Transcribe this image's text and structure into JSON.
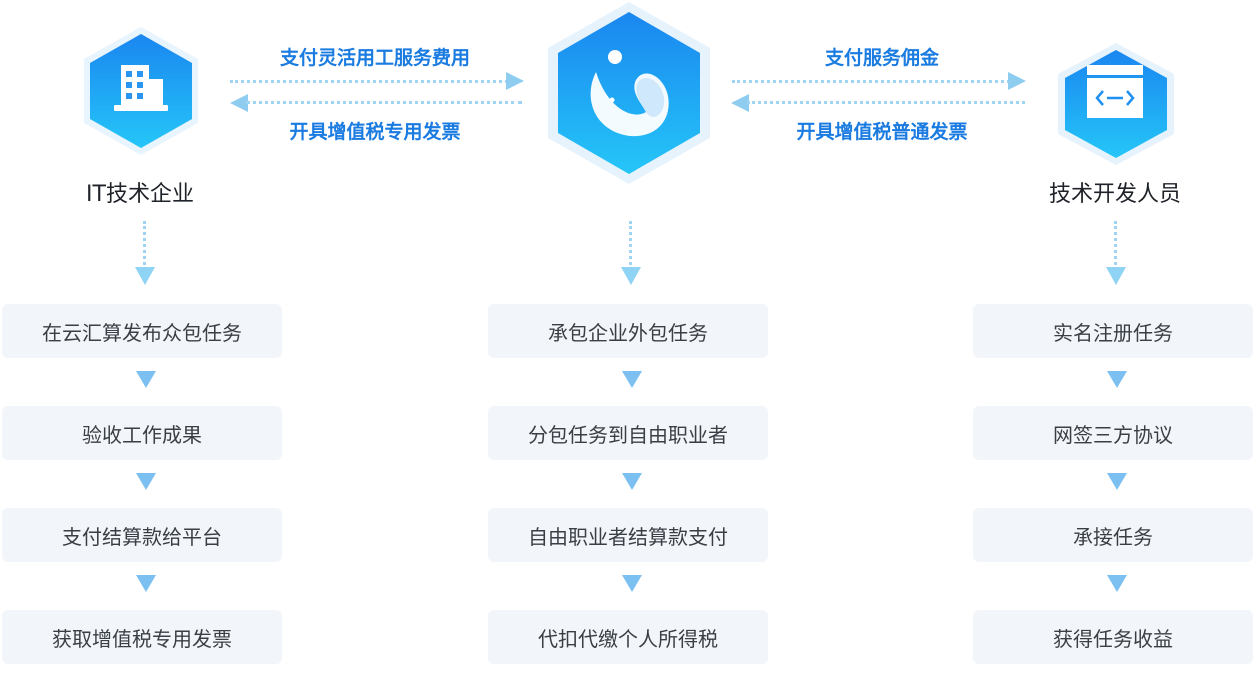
{
  "colors": {
    "accent": "#1a7be0",
    "hex_top": "#1b8ef2",
    "hex_bottom": "#23c1f7",
    "box_bg": "#f2f6fa"
  },
  "actors": {
    "left": {
      "label": "IT技术企业",
      "icon": "building-icon"
    },
    "center": {
      "label": "",
      "icon": "platform-logo-icon"
    },
    "right": {
      "label": "技术开发人员",
      "icon": "code-window-icon"
    }
  },
  "flows": {
    "left_top": "支付灵活用工服务费用",
    "left_bottom": "开具增值税专用发票",
    "right_top": "支付服务佣金",
    "right_bottom": "开具增值税普通发票"
  },
  "columns": {
    "left": [
      "在云汇算发布众包任务",
      "验收工作成果",
      "支付结算款给平台",
      "获取增值税专用发票"
    ],
    "center": [
      "承包企业外包任务",
      "分包任务到自由职业者",
      "自由职业者结算款支付",
      "代扣代缴个人所得税"
    ],
    "right": [
      "实名注册任务",
      "网签三方协议",
      "承接任务",
      "获得任务收益"
    ]
  }
}
